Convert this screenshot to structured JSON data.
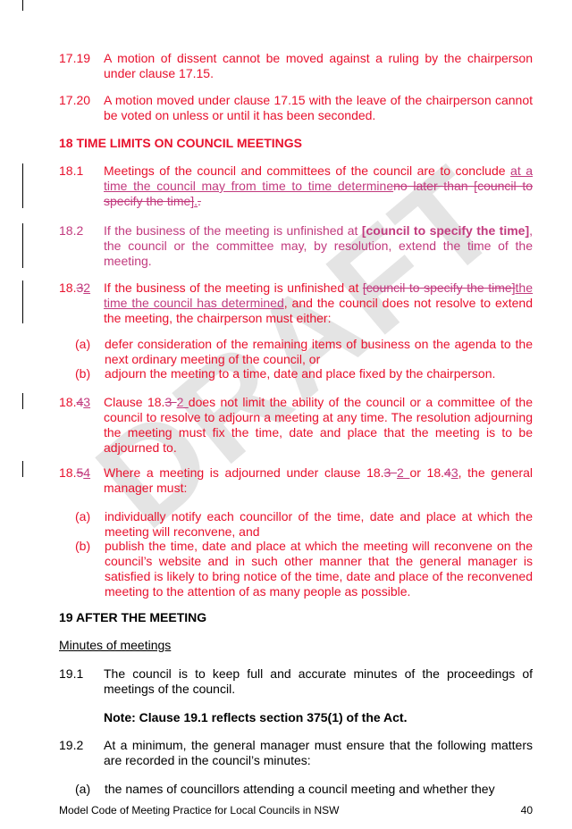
{
  "watermark": "DRAFT",
  "p1719": {
    "num": "17.19",
    "text": "A motion of dissent cannot be moved against a ruling by the chairperson under clause 17.15."
  },
  "p1720": {
    "num": "17.20",
    "text": "A motion moved under clause 17.15 with the leave of the chairperson cannot be voted on unless or until it has been seconded."
  },
  "h18": "18  TIME LIMITS ON COUNCIL MEETINGS",
  "p181": {
    "num": "18.1",
    "a": "Meetings of the council and committees of the council are to conclude ",
    "ins1": "at a time the council may from time to time determine",
    "del1": "no later than [council to specify the time]",
    "ins2": ".",
    "del2": "."
  },
  "p182": {
    "num": "18.2",
    "a": "If the business of the meeting is unfinished at ",
    "b": "[council to specify the time]",
    "c": ", the council or the committee may, by resolution, extend the time of the meeting."
  },
  "p183": {
    "num_a": "18.",
    "num_del": "3",
    "num_ins": "2",
    "a": "If the business of the meeting is unfinished at ",
    "ins1": " ",
    "del1": "[council to specify the time]",
    "ins2": "the time the council has determined",
    "b": ", and the council does not resolve to extend the meeting, the chairperson must either:"
  },
  "p183a": {
    "label": "(a)",
    "text": "defer consideration of the remaining items of business on the agenda to the next ordinary meeting of the council, or"
  },
  "p183b": {
    "label": "(b)",
    "text": "adjourn the meeting to a time, date and place fixed by the chairperson."
  },
  "p184": {
    "num_a": "18.",
    "num_del": "4",
    "num_ins": "3",
    "a": "Clause 18.",
    "del1": "3 ",
    "ins1": "2 ",
    "b": "does not limit the ability of the council or a committee of the council to resolve to adjourn a meeting at any time. The resolution adjourning the meeting must fix the time, date and place that the meeting is to be adjourned to."
  },
  "p185": {
    "num_a": "18.",
    "num_del": "5",
    "num_ins": "4",
    "a": "Where a meeting is adjourned under clause 18.",
    "del1": "3 ",
    "ins1": "2 ",
    "b": "or 18.",
    "del2": "4",
    "ins2": "3",
    "c": ", the general manager must:"
  },
  "p185a": {
    "label": "(a)",
    "text": "individually notify each councillor of the time, date and place at which the meeting will reconvene, and"
  },
  "p185b": {
    "label": "(b)",
    "text": "publish the time, date and place at which the meeting will reconvene on the council’s website and in such other manner that the general manager is satisfied is likely to bring notice of the time, date and place of the reconvened meeting to the attention of as many people as possible."
  },
  "h19": "19  AFTER THE MEETING",
  "subheading": "Minutes of meetings",
  "p191": {
    "num": "19.1",
    "text": "The council is to keep full and accurate minutes of the proceedings of meetings of the council."
  },
  "note191": "Note: Clause 19.1 reflects section 375(1) of the Act.",
  "p192": {
    "num": "19.2",
    "text": "At a minimum, the general manager must ensure that the following matters are recorded in the council’s minutes:"
  },
  "p192a": {
    "label": "(a)",
    "text": "the names of councillors attending a council meeting and whether they"
  },
  "footer": {
    "title": "Model Code of Meeting Practice for Local Councils in NSW",
    "page": "40"
  }
}
